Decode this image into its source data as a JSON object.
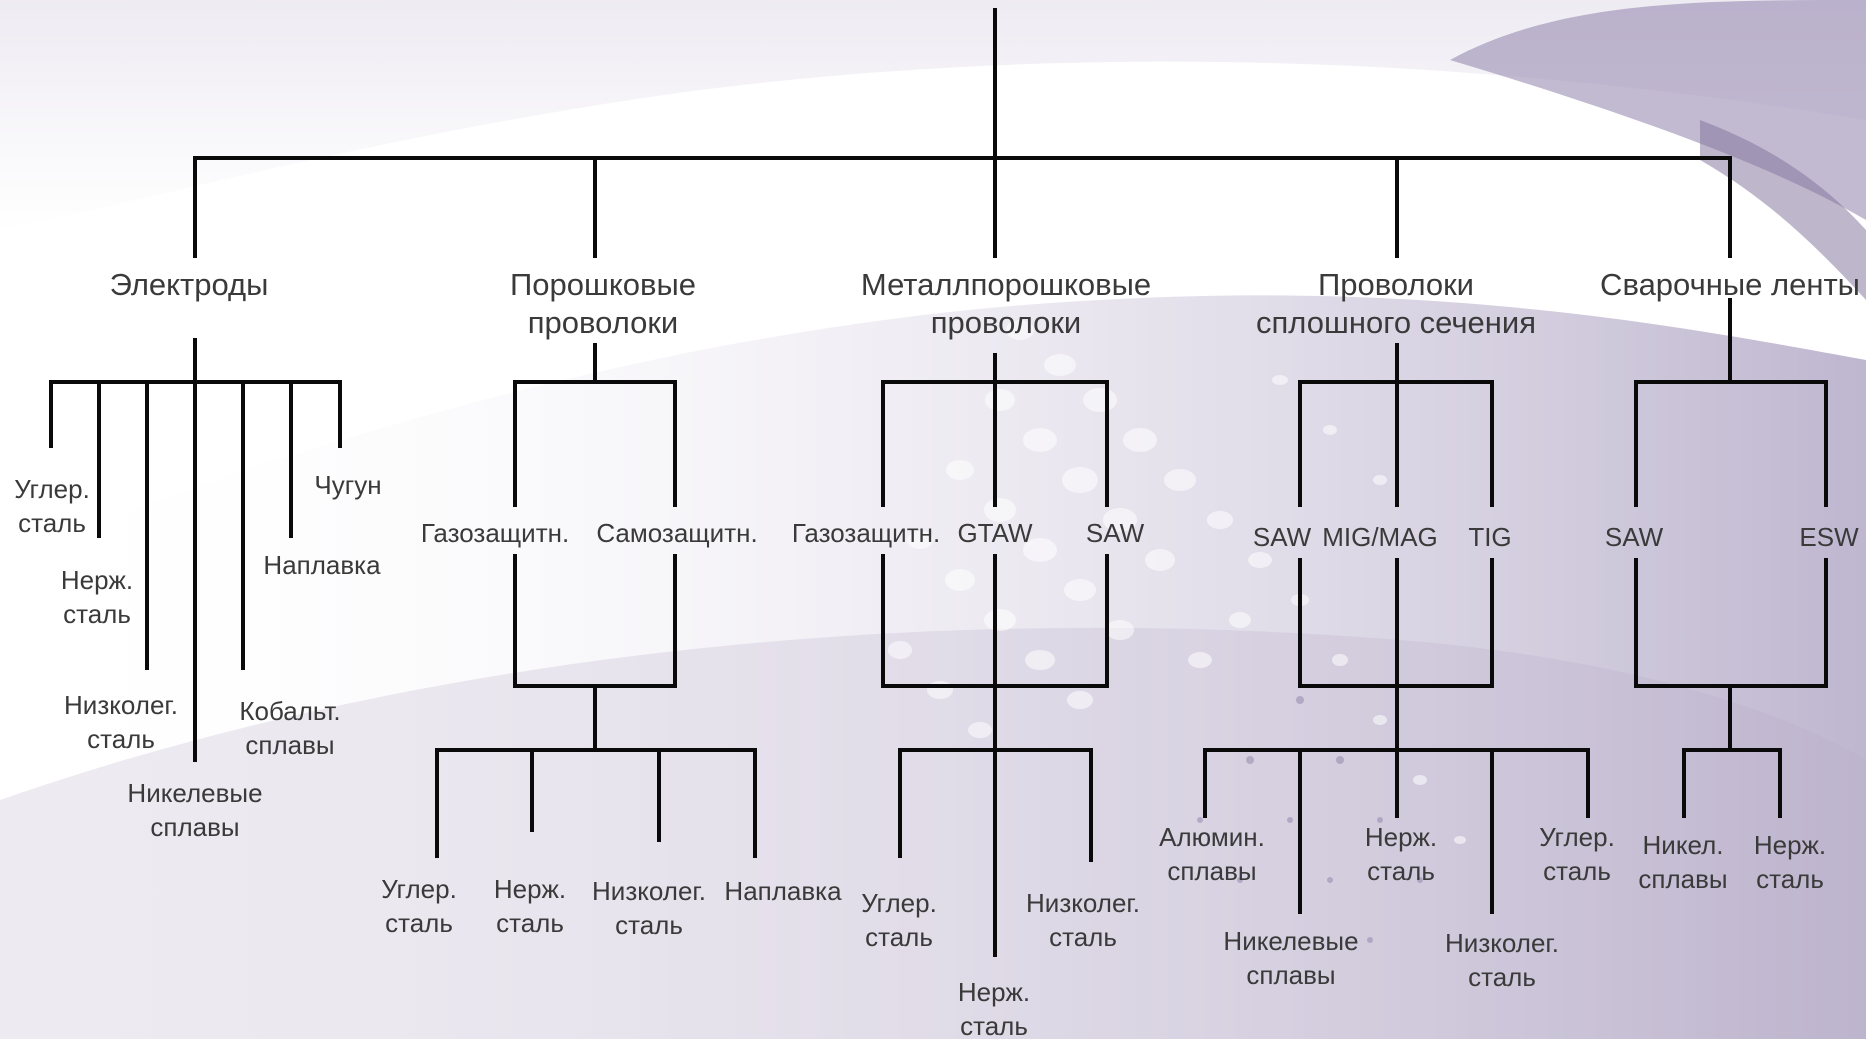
{
  "palette": {
    "line": "#0a0a0a",
    "text": "#3a3a3a",
    "accent": "#8d7fa8",
    "accent_light": "#c9c0d8"
  },
  "categories": {
    "electrodes": {
      "title": "Электроды",
      "leaves": {
        "carbon": "Углер.\nсталь",
        "stainless": "Нерж.\nсталь",
        "low_alloy": "Низколег.\nсталь",
        "nickel": "Никелевые\nсплавы",
        "cobalt": "Кобальт.\nсплавы",
        "hardfacing": "Наплавка",
        "cast_iron": "Чугун"
      }
    },
    "flux_cored": {
      "title": "Порошковые\nпроволоки",
      "methods": {
        "gas": "Газозащитн.",
        "self": "Самозащитн."
      },
      "leaves": {
        "carbon": "Углер.\nсталь",
        "stainless": "Нерж.\nсталь",
        "low_alloy": "Низколег.\nсталь",
        "hardfacing": "Наплавка"
      }
    },
    "metal_cored": {
      "title": "Металлпорошковые\nпроволоки",
      "methods": {
        "gas": "Газозащитн.",
        "gtaw": "GTAW",
        "saw": "SAW"
      },
      "leaves": {
        "carbon": "Углер.\nсталь",
        "stainless": "Нерж.\nсталь",
        "low_alloy": "Низколег.\nсталь"
      }
    },
    "solid_wire": {
      "title": "Проволоки\nсплошного сечения",
      "methods": {
        "saw": "SAW",
        "migmag": "MIG/MAG",
        "tig": "TIG"
      },
      "leaves": {
        "aluminum": "Алюмин.\nсплавы",
        "nickel": "Никелевые\nсплавы",
        "stainless": "Нерж.\nсталь",
        "low_alloy": "Низколег.\nсталь",
        "carbon": "Углер.\nсталь"
      }
    },
    "strips": {
      "title": "Сварочные ленты",
      "methods": {
        "saw": "SAW",
        "esw": "ESW"
      },
      "leaves": {
        "nickel": "Никел.\nсплавы",
        "stainless": "Нерж.\nсталь"
      }
    }
  }
}
